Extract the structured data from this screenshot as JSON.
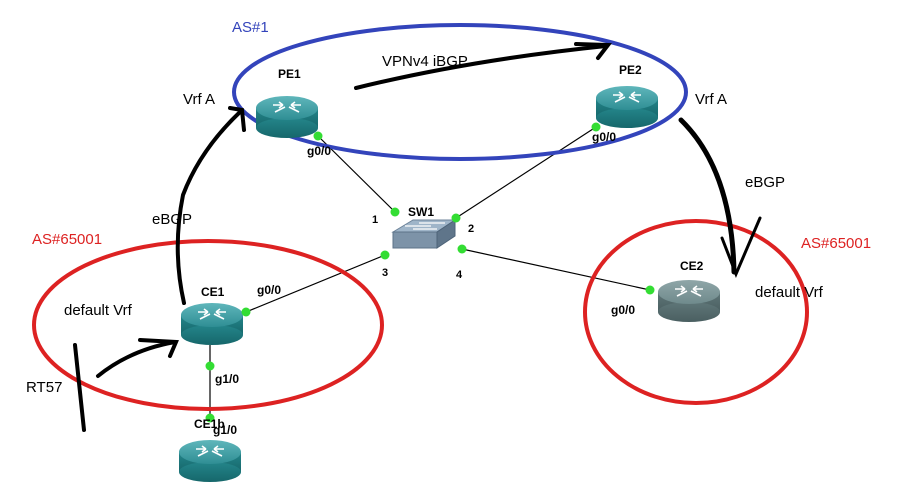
{
  "colors": {
    "as1": "#3344bb",
    "as65001": "#dd2222",
    "link": "#000000",
    "port_dot": "#33dd33",
    "router_top": "#3a9aa0",
    "router_body": "#217b80"
  },
  "as_labels": {
    "as1": "AS#1",
    "as_left": "AS#65001",
    "as_right": "AS#65001"
  },
  "devices": {
    "pe1": "PE1",
    "pe2": "PE2",
    "sw1": "SW1",
    "ce1": "CE1",
    "ce2": "CE2",
    "ce1b": "CE1b"
  },
  "ports": {
    "pe1_g00": "g0/0",
    "pe2_g00": "g0/0",
    "ce1_g00": "g0/0",
    "ce1_g10": "g1/0",
    "ce1b_g10": "g1/0",
    "ce2_g00": "g0/0",
    "sw_1": "1",
    "sw_2": "2",
    "sw_3": "3",
    "sw_4": "4"
  },
  "annotations": {
    "vpnv4": "VPNv4 iBGP",
    "vrf_a_left": "Vrf A",
    "vrf_a_right": "Vrf A",
    "ebgp_left": "eBGP",
    "ebgp_right": "eBGP",
    "default_vrf_left": "default Vrf",
    "default_vrf_right": "default Vrf",
    "rt57": "RT57"
  }
}
